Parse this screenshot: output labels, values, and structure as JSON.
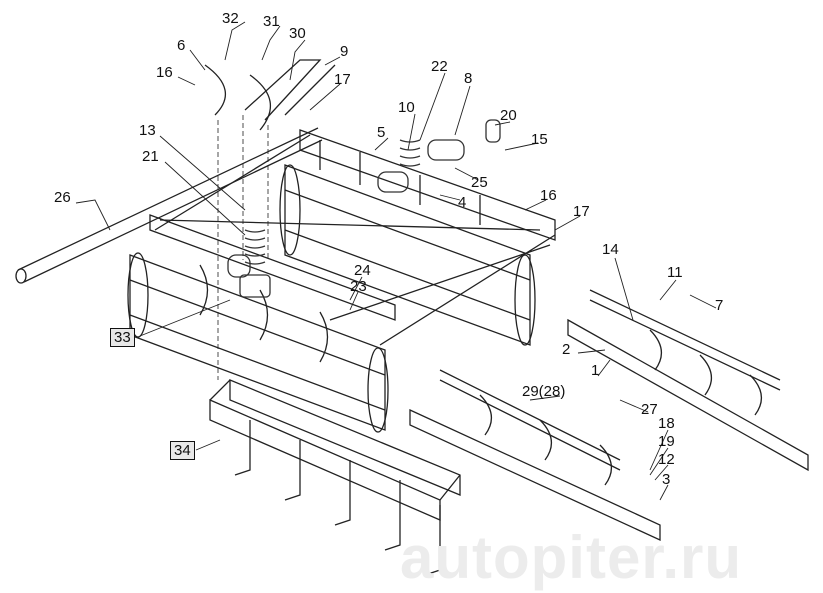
{
  "watermark": "autopiter.ru",
  "callouts": {
    "c32": "32",
    "c31": "31",
    "c30": "30",
    "c9": "9",
    "c6": "6",
    "c16a": "16",
    "c17a": "17",
    "c22": "22",
    "c8": "8",
    "c10": "10",
    "c20": "20",
    "c5": "5",
    "c15": "15",
    "c13": "13",
    "c21": "21",
    "c26": "26",
    "c25": "25",
    "c4": "4",
    "c16b": "16",
    "c17b": "17",
    "c14": "14",
    "c11": "11",
    "c7": "7",
    "c24": "24",
    "c23": "23",
    "c33": "33",
    "c2": "2",
    "c1": "1",
    "c29": "29(28)",
    "c27": "27",
    "c18": "18",
    "c19": "19",
    "c12": "12",
    "c3": "3",
    "c34": "34"
  }
}
